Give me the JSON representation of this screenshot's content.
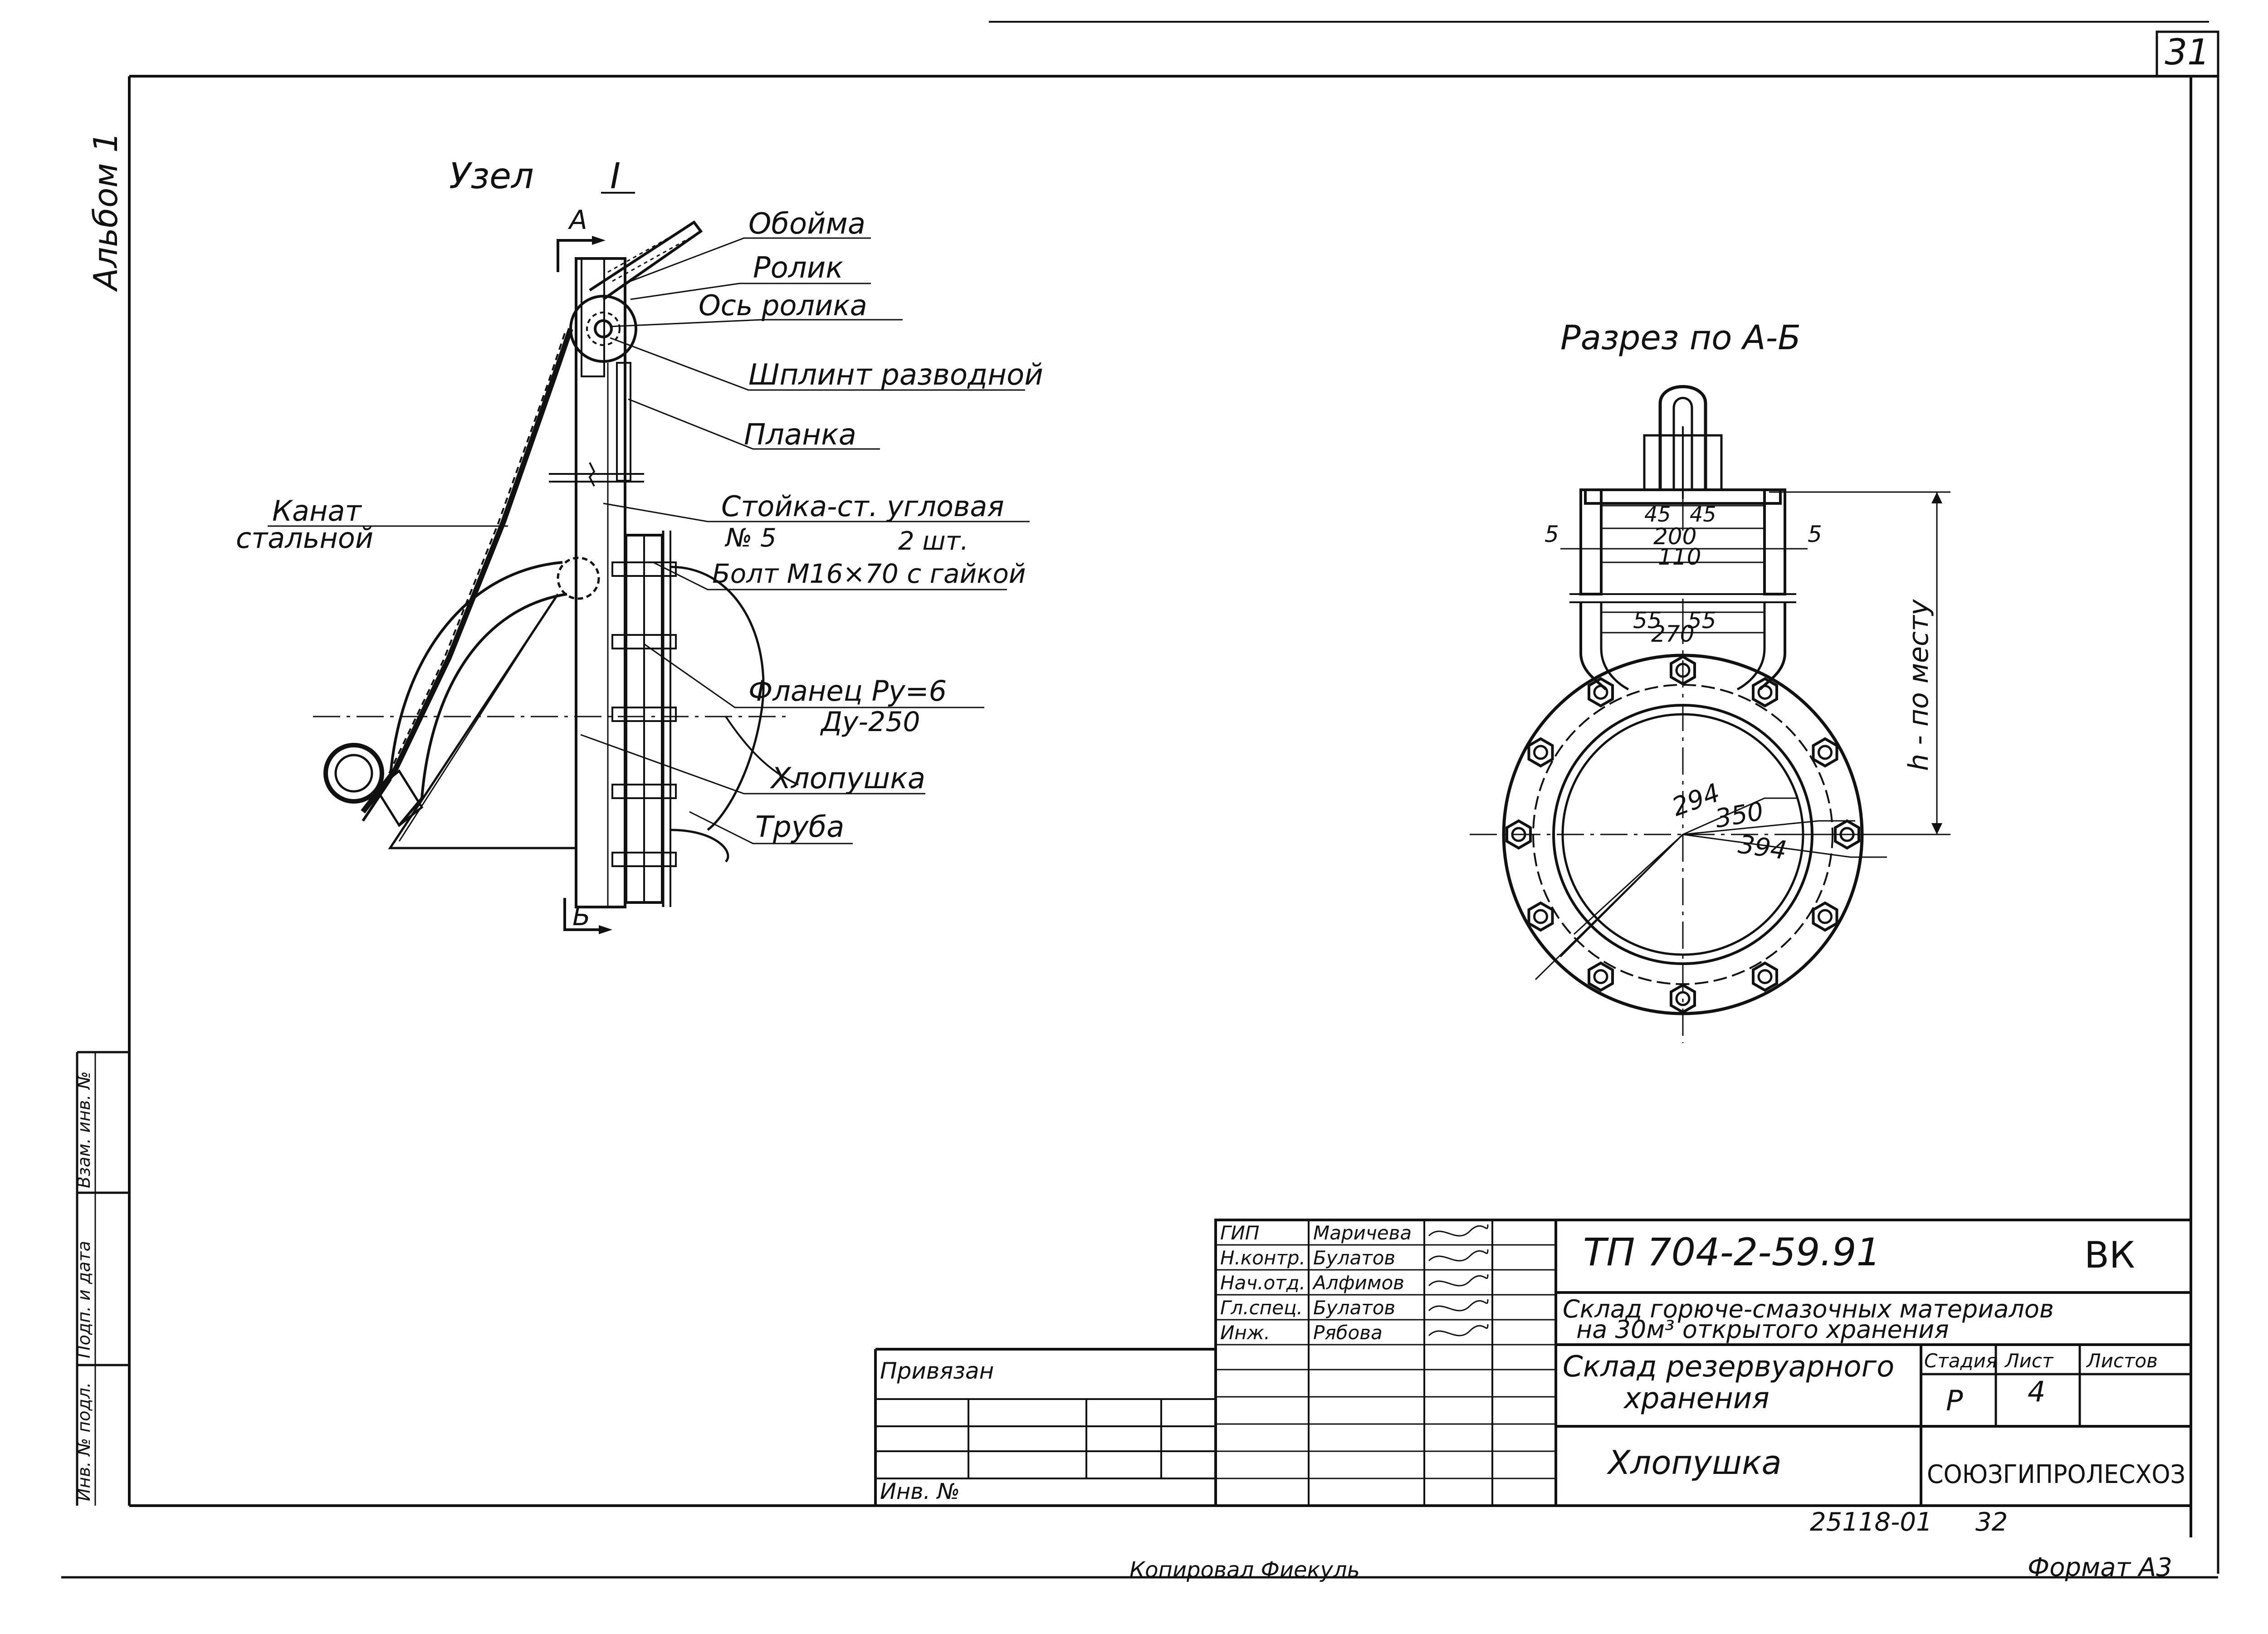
{
  "sheet": {
    "page_number": "31",
    "album": "Альбом 1",
    "copied_by": "Копировал Фиекуль",
    "format": "Формат А3",
    "archive_number": "25118-01",
    "archive_page": "32"
  },
  "side_stamp": [
    "Инв. № подл.",
    "Подп. и дата",
    "Взам. инв. №"
  ],
  "node_view": {
    "title": "Узел",
    "title_numeral": "I",
    "section_mark_a": "А",
    "section_mark_b": "Б",
    "labels": {
      "obojma": "Обойма",
      "rolik": "Ролик",
      "os_rolika": "Ось ролика",
      "shplint": "Шплинт разводной",
      "planka": "Планка",
      "kanat_1": "Канат",
      "kanat_2": "стальной",
      "stoika_1": "Стойка-ст. угловая",
      "stoika_2": "№ 5",
      "stoika_3": "2 шт.",
      "bolt": "Болт М16×70 с гайкой",
      "flanec_1": "Фланец Ру=6",
      "flanec_2": "Ду-250",
      "hlopushka": "Хлопушка",
      "truba": "Труба"
    }
  },
  "section_view": {
    "title": "Разрез по А-Б",
    "dims": {
      "d45a": "45",
      "d45b": "45",
      "d200": "200",
      "d110": "110",
      "d5l": "5",
      "d5r": "5",
      "d55a": "55",
      "d55b": "55",
      "d270": "270",
      "d294": "294",
      "d350": "350",
      "d394": "394",
      "h_label": "h - по месту"
    }
  },
  "title_block": {
    "code": "ТП 704-2-59.91",
    "mark": "ВК",
    "project_1": "Склад горюче-смазочных материалов",
    "project_2": "на 30м³ открытого хранения",
    "building_1": "Склад резервуарного",
    "building_2": "хранения",
    "sheet_title": "Хлопушка",
    "organization": "СОЮЗГИПРОЛЕСХОЗ",
    "stage_header": "Стадия",
    "sheet_header": "Лист",
    "sheets_header": "Листов",
    "stage": "Р",
    "sheet": "4",
    "sheets": "",
    "attached": "Привязан",
    "inv_no": "Инв. №",
    "signatures": [
      {
        "role": "ГИП",
        "name": "Маричева"
      },
      {
        "role": "Н.контр.",
        "name": "Булатов"
      },
      {
        "role": "Нач.отд.",
        "name": "Алфимов"
      },
      {
        "role": "Гл.спец.",
        "name": "Булатов"
      },
      {
        "role": "Инж.",
        "name": "Рябова"
      }
    ]
  }
}
